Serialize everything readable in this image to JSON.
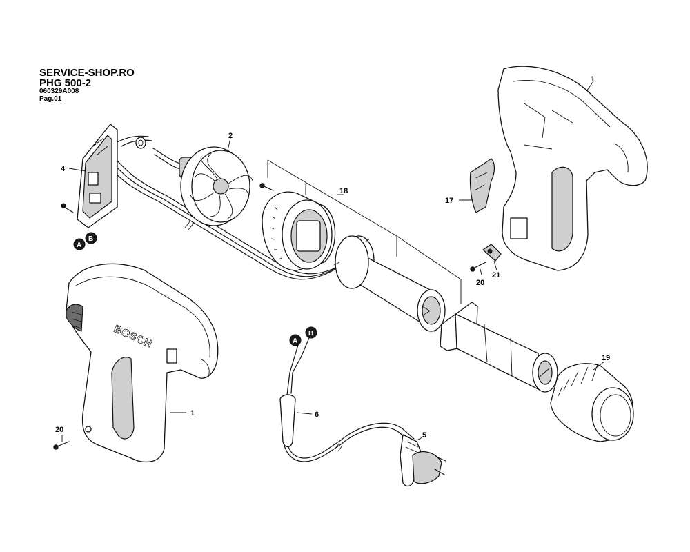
{
  "header": {
    "shop": "SERVICE-SHOP.RO",
    "model": "PHG 500-2",
    "code": "060329A008",
    "page": "Pag.01"
  },
  "callouts": {
    "housing_right": "1",
    "housing_left": "1",
    "fan_motor": "2",
    "switch": "4",
    "plug": "5",
    "cord": "6",
    "clip": "17",
    "heater_assembly": "18",
    "nozzle_cap": "19",
    "screw_upper": "20",
    "screw_lower": "20",
    "strain_relief": "21"
  },
  "connectors": {
    "a": "A",
    "b": "B"
  },
  "brand": "BOSCH"
}
